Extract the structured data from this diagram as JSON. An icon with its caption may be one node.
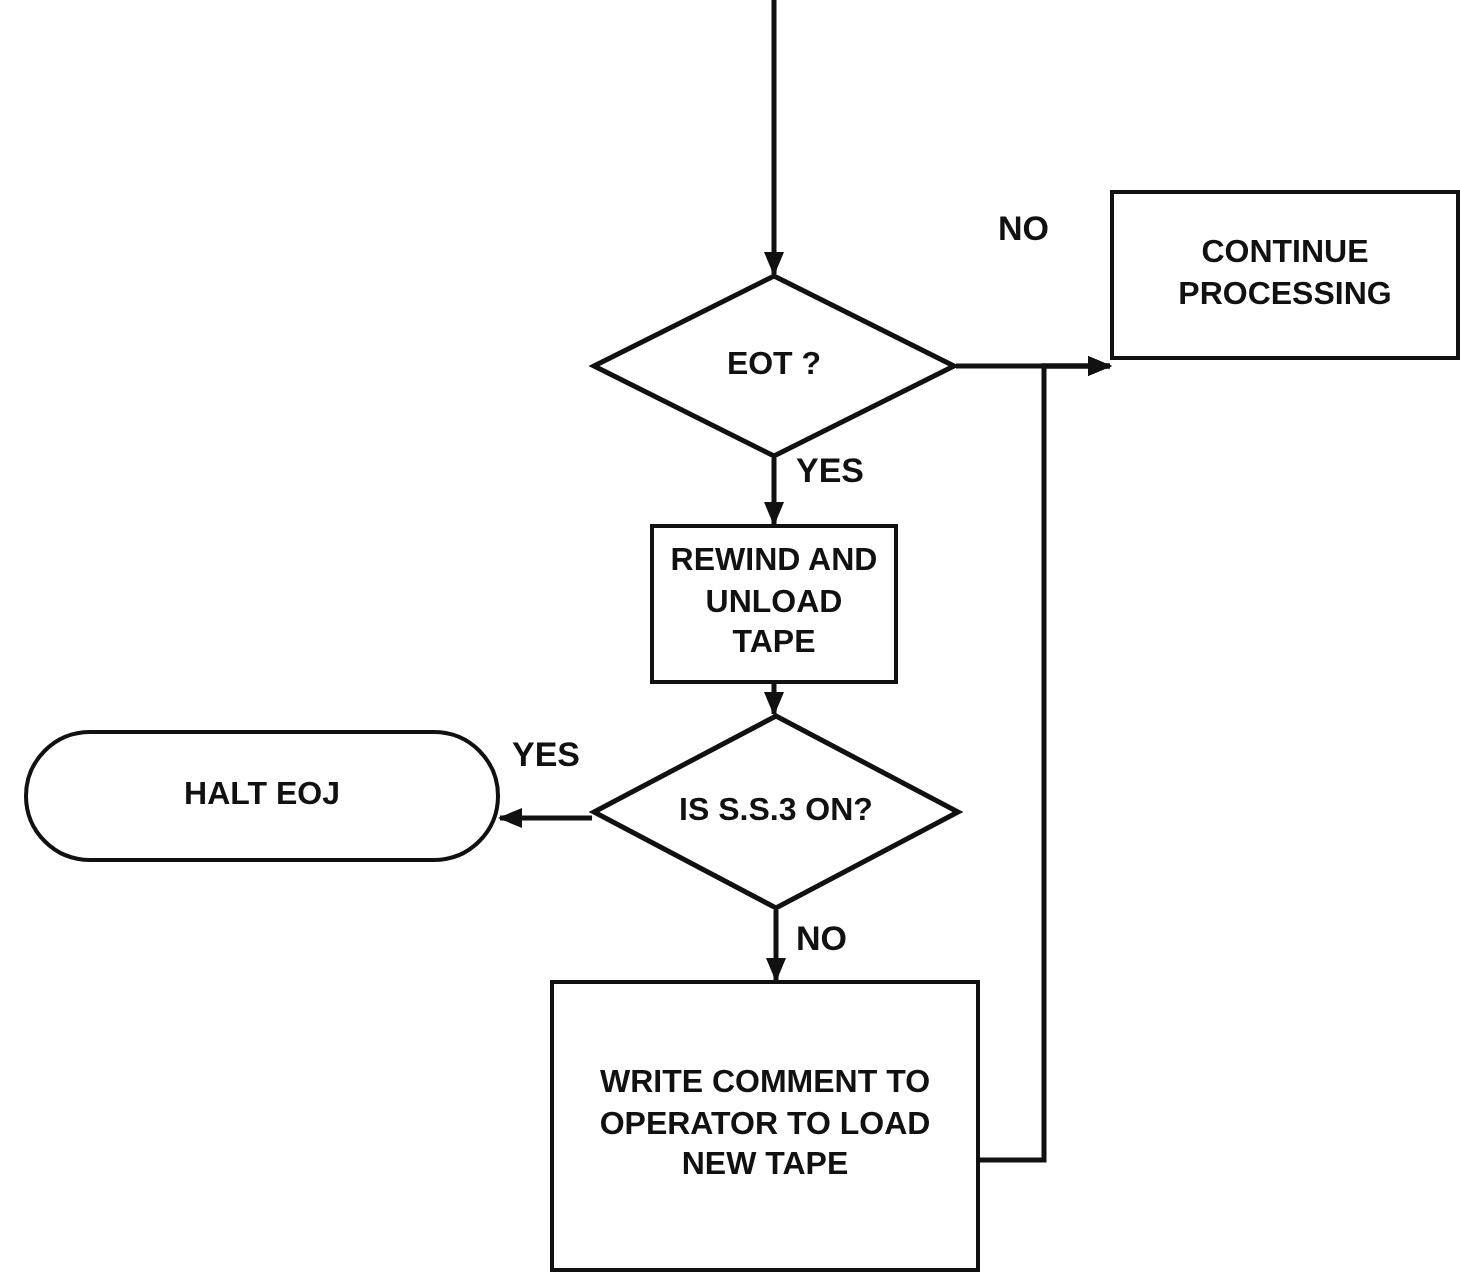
{
  "diagram": {
    "nodes": [
      {
        "text": [
          "EOT ?"
        ]
      },
      {
        "text": [
          "CONTINUE PROCESSING"
        ]
      },
      {
        "text": [
          "REWIND AND UNLOAD TAPE"
        ]
      },
      {
        "text": [
          "IS S.S.3 ON?"
        ]
      },
      {
        "text": [
          "HALT EOJ"
        ]
      },
      {
        "text": [
          "WRITE COMMENT TO OPERATOR TO LOAD NEW TAPE"
        ]
      }
    ],
    "edges": [
      {
        "from": null,
        "to": 0,
        "arrow": "to"
      },
      {
        "from": 0,
        "to": 1,
        "arrow": "to",
        "label": "NO"
      },
      {
        "from": 0,
        "to": 2,
        "arrow": "to",
        "label": "YES"
      },
      {
        "from": 2,
        "to": 3,
        "arrow": "to"
      },
      {
        "from": 3,
        "to": 4,
        "arrow": "to",
        "label": "YES"
      },
      {
        "from": 3,
        "to": 5,
        "arrow": "to",
        "label": "NO"
      },
      {
        "from": 5,
        "to": 1,
        "arrow": "to"
      }
    ]
  }
}
